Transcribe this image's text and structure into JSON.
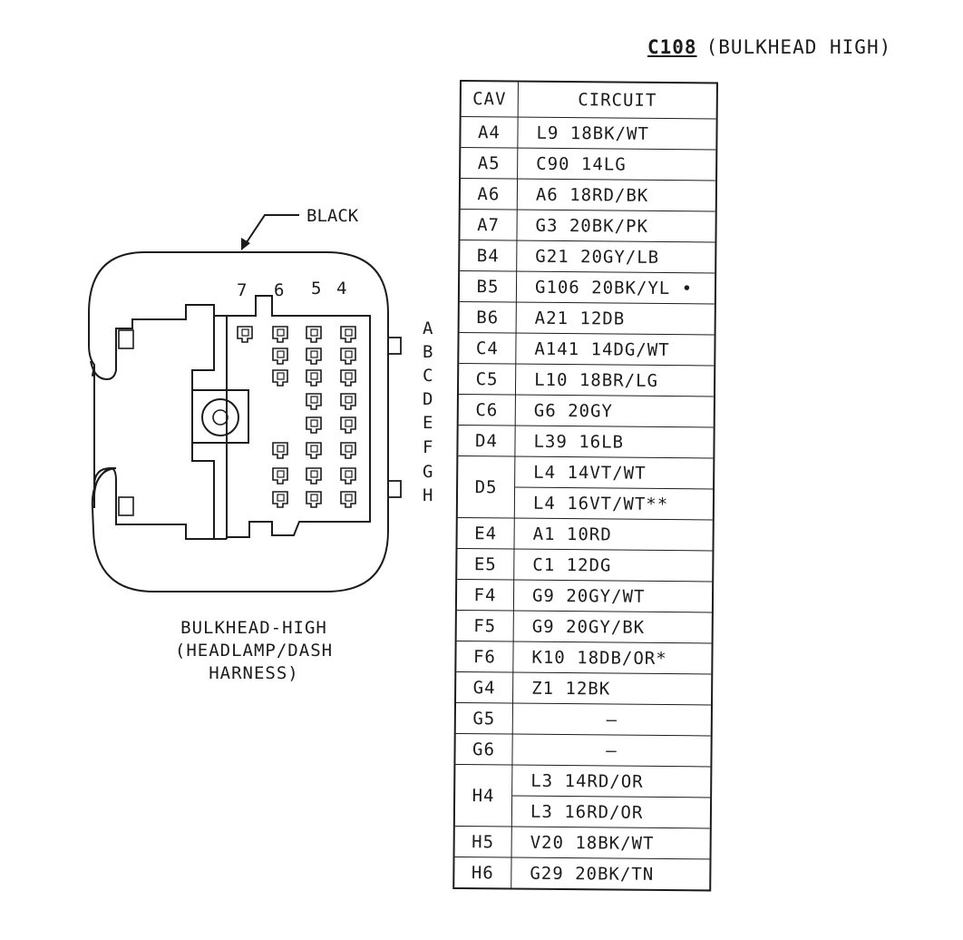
{
  "title": {
    "code": "C108",
    "name": "(BULKHEAD HIGH)"
  },
  "connector": {
    "color_label": "BLACK",
    "column_labels": [
      "7",
      "6",
      "5",
      "4"
    ],
    "row_labels": [
      "A",
      "B",
      "C",
      "D",
      "E",
      "F",
      "G",
      "H"
    ],
    "caption": [
      "BULKHEAD-HIGH",
      "(HEADLAMP/DASH",
      "HARNESS)"
    ]
  },
  "table": {
    "headers": {
      "cav": "CAV",
      "circuit": "CIRCUIT"
    },
    "rows": [
      {
        "cav": "A4",
        "circuits": [
          "L9  18BK/WT"
        ]
      },
      {
        "cav": "A5",
        "circuits": [
          "C90  14LG"
        ]
      },
      {
        "cav": "A6",
        "circuits": [
          "A6  18RD/BK"
        ]
      },
      {
        "cav": "A7",
        "circuits": [
          "G3  20BK/PK"
        ]
      },
      {
        "cav": "B4",
        "circuits": [
          "G21  20GY/LB"
        ]
      },
      {
        "cav": "B5",
        "circuits": [
          "G106  20BK/YL •"
        ]
      },
      {
        "cav": "B6",
        "circuits": [
          "A21  12DB"
        ]
      },
      {
        "cav": "C4",
        "circuits": [
          "A141  14DG/WT"
        ]
      },
      {
        "cav": "C5",
        "circuits": [
          "L10  18BR/LG"
        ]
      },
      {
        "cav": "C6",
        "circuits": [
          "G6  20GY"
        ]
      },
      {
        "cav": "D4",
        "circuits": [
          "L39  16LB"
        ]
      },
      {
        "cav": "D5",
        "circuits": [
          "L4  14VT/WT",
          "L4  16VT/WT**"
        ]
      },
      {
        "cav": "E4",
        "circuits": [
          "A1  10RD"
        ]
      },
      {
        "cav": "E5",
        "circuits": [
          "C1  12DG"
        ]
      },
      {
        "cav": "F4",
        "circuits": [
          "G9  20GY/WT"
        ]
      },
      {
        "cav": "F5",
        "circuits": [
          "G9  20GY/BK"
        ]
      },
      {
        "cav": "F6",
        "circuits": [
          "K10  18DB/OR*"
        ]
      },
      {
        "cav": "G4",
        "circuits": [
          "Z1  12BK"
        ]
      },
      {
        "cav": "G5",
        "circuits": [
          "–"
        ]
      },
      {
        "cav": "G6",
        "circuits": [
          "–"
        ]
      },
      {
        "cav": "H4",
        "circuits": [
          "L3  14RD/OR",
          "L3  16RD/OR"
        ]
      },
      {
        "cav": "H5",
        "circuits": [
          "V20  18BK/WT"
        ]
      },
      {
        "cav": "H6",
        "circuits": [
          "G29  20BK/TN"
        ]
      }
    ]
  }
}
